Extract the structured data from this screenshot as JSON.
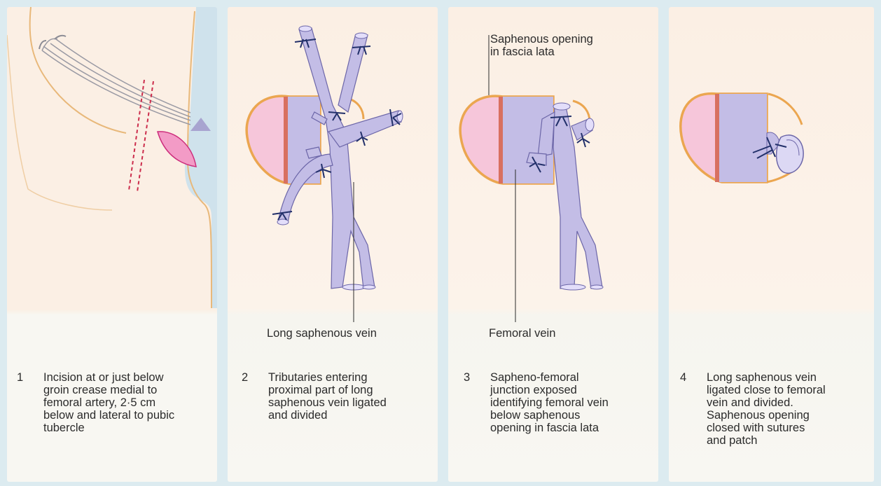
{
  "panels": [
    {
      "step_number": "1",
      "caption": "Incision at or just below\ngroin crease medial to\nfemoral artery, 2·5 cm\nbelow and lateral to pubic\ntubercle"
    },
    {
      "step_number": "2",
      "caption": "Tributaries entering\nproximal part of long\nsaphenous vein ligated\nand divided",
      "labels": {
        "vein": "Long saphenous vein"
      }
    },
    {
      "step_number": "3",
      "caption": "Sapheno-femoral\njunction exposed\nidentifying femoral vein\nbelow saphenous\nopening in fascia lata",
      "labels": {
        "opening": "Saphenous opening\nin fascia lata",
        "femoral": "Femoral vein"
      }
    },
    {
      "step_number": "4",
      "caption": "Long saphenous vein\nligated close to femoral\nvein and divided.\nSaphenous opening\nclosed with sutures\nand patch"
    }
  ],
  "colors": {
    "vein_fill": "#c3bde6",
    "vein_stroke": "#6c66a8",
    "fascia_orange": "#eba650",
    "tissue_pink": "#f4c2d6",
    "artery_red": "#d87060",
    "incision_pink": "#ee80b8",
    "dash_red": "#cc2d4c",
    "ligature_navy": "#22306a"
  }
}
